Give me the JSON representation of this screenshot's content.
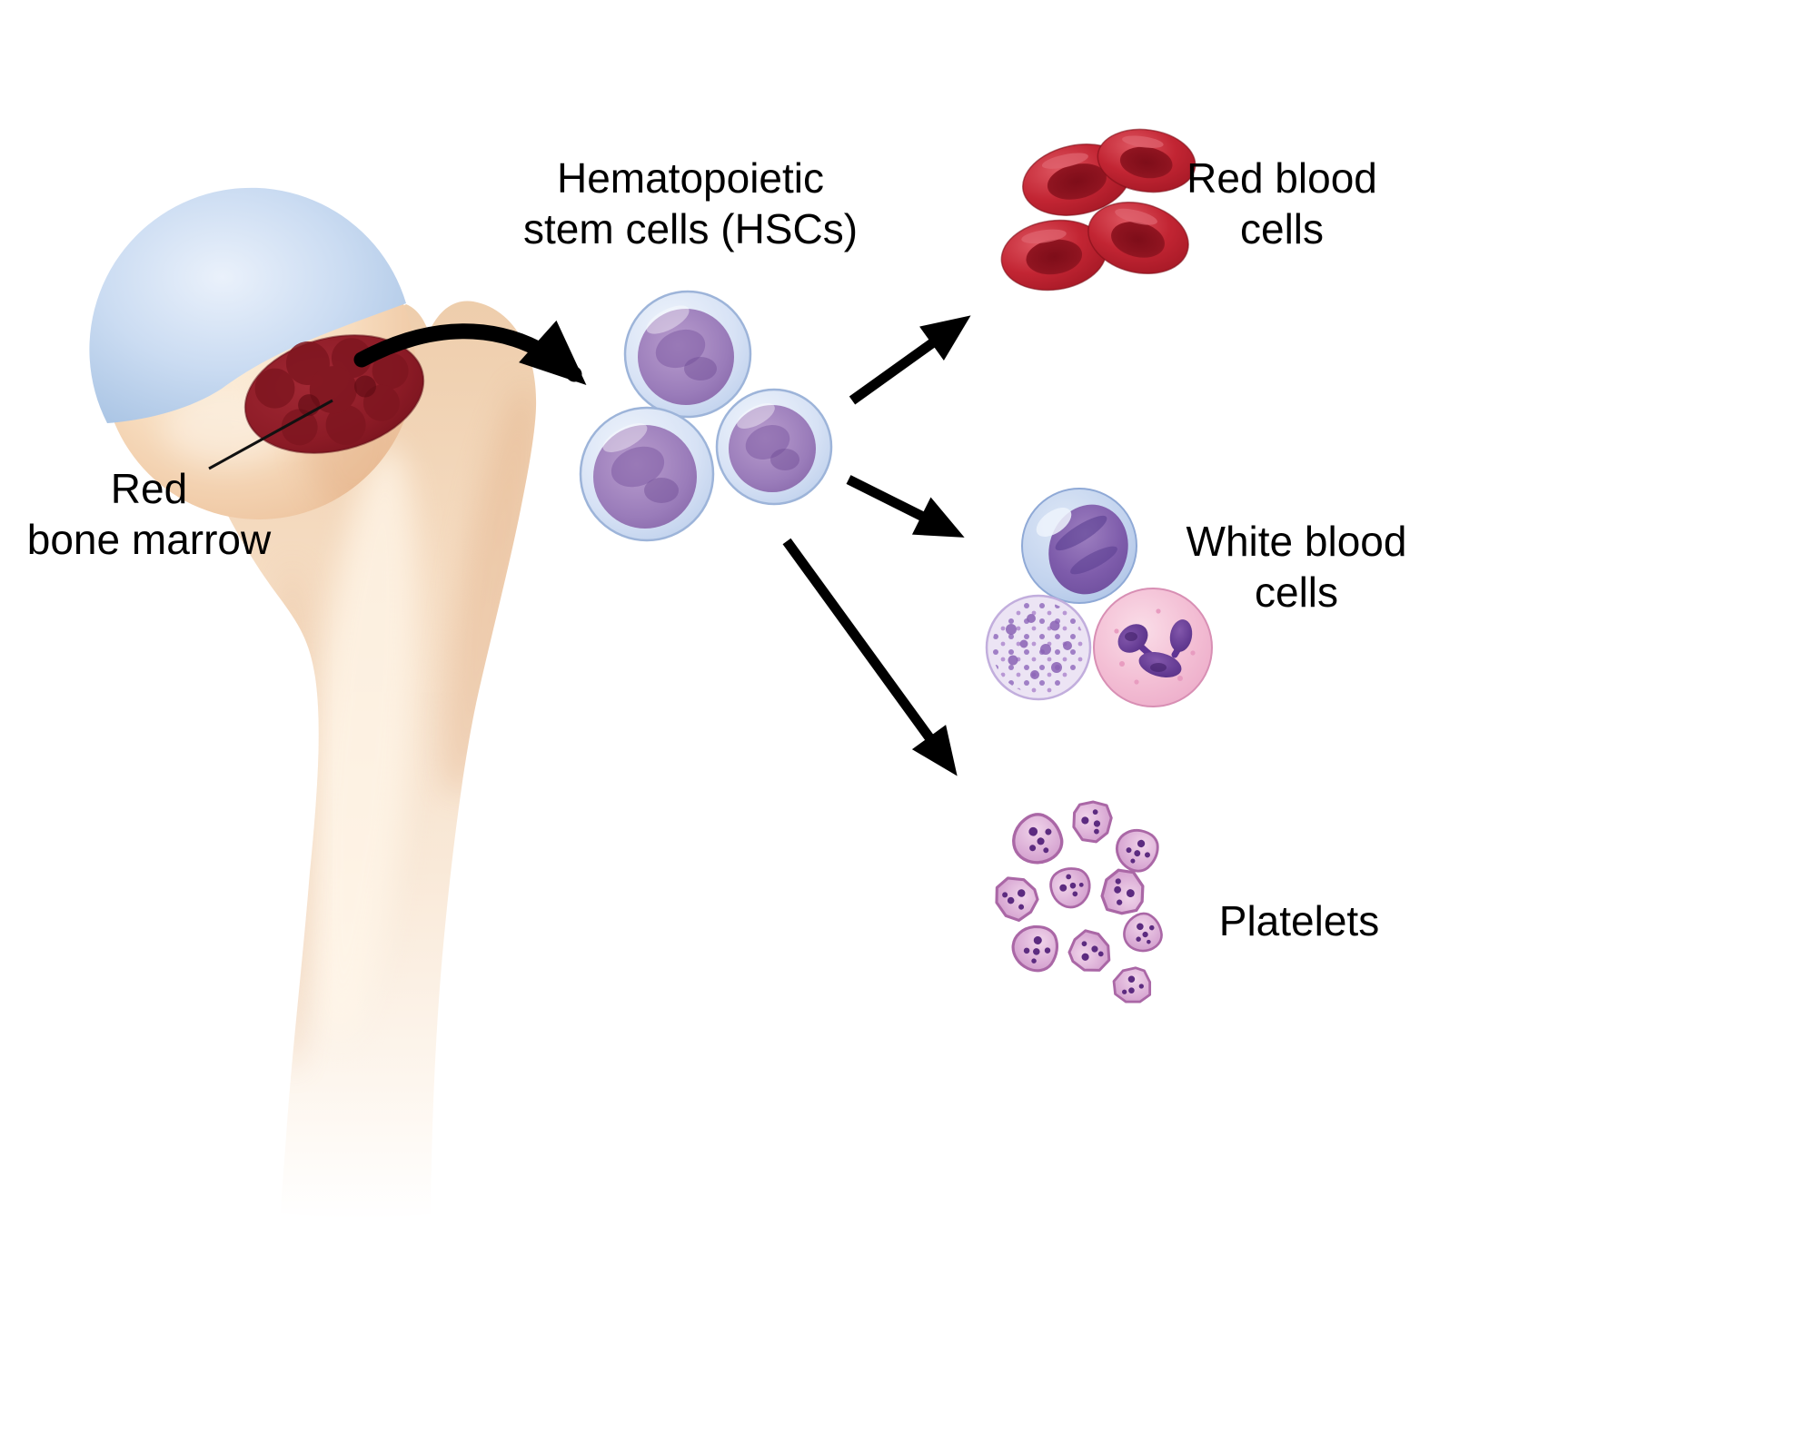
{
  "labels": {
    "red_bone_marrow": {
      "lines": [
        "Red",
        "bone marrow"
      ]
    },
    "hsc": {
      "lines": [
        "Hematopoietic",
        "stem cells (HSCs)"
      ]
    },
    "red_blood_cells": {
      "lines": [
        "Red blood",
        "cells"
      ]
    },
    "white_blood_cells": {
      "lines": [
        "White blood",
        "cells"
      ]
    },
    "platelets": {
      "lines": [
        "Platelets"
      ]
    }
  },
  "cell_counts": {
    "stem_cells": 3,
    "red_blood_cells": 4,
    "white_blood_cells": 3,
    "platelets": 10
  },
  "colors": {
    "background": "#ffffff",
    "bone": "#f5dcc1",
    "cartilage_cap": "#bcd2ec",
    "red_marrow": "#8c1b26",
    "stem_cell_outer": "#c5d6ef",
    "stem_cell_nucleus": "#9173b4",
    "red_blood_cell": "#b51f2d",
    "lymphocyte_blue": "#bcd0ec",
    "granulocyte_lavender": "#ece4f4",
    "neutrophil_pink": "#f3bed4",
    "platelet_pink": "#d5a4d0",
    "arrow": "#000000",
    "text": "#000000"
  }
}
